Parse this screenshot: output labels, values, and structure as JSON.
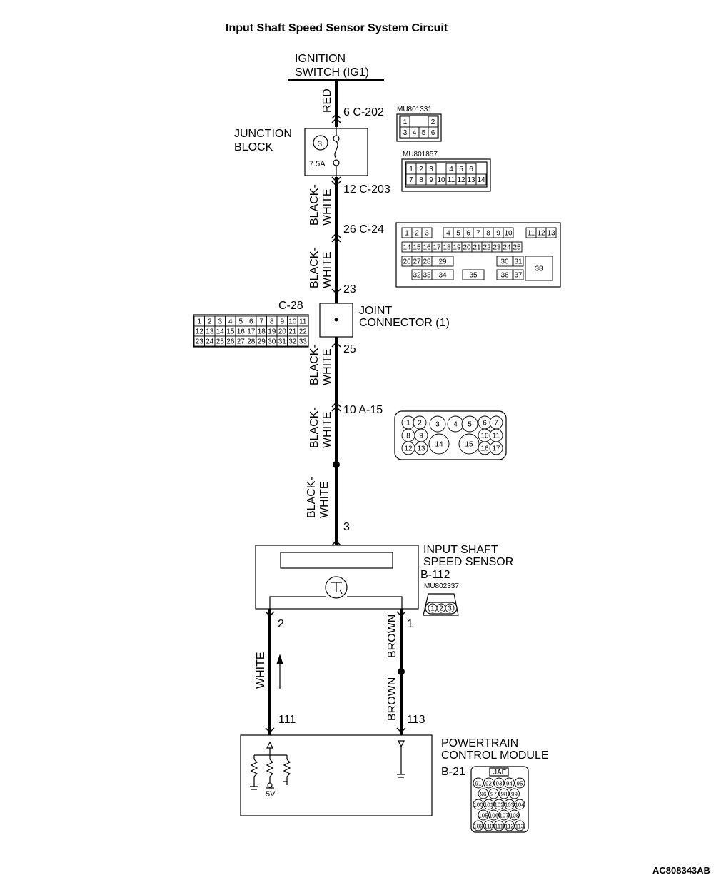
{
  "title": "Input Shaft Speed Sensor System Circuit",
  "figure_id": "AC808343AB",
  "ignition_switch": {
    "line1": "IGNITION",
    "line2": "SWITCH (IG1)"
  },
  "junction_block": {
    "line1": "JUNCTION",
    "line2": "BLOCK",
    "fuse_number": "3",
    "fuse_rating": "7.5A"
  },
  "joint_connector": {
    "line1": "JOINT",
    "line2": "CONNECTOR (1)",
    "connector_id": "C-28"
  },
  "sensor": {
    "line1": "INPUT SHAFT",
    "line2": "SPEED SENSOR",
    "connector_id": "B-112",
    "part_no": "MU802337",
    "pins": [
      "1",
      "2",
      "3"
    ]
  },
  "pcm": {
    "line1": "POWERTRAIN",
    "line2": "CONTROL MODULE",
    "connector_id": "B-21",
    "tag": "JAE",
    "supply": "5V",
    "pins": [
      [
        "91",
        "92",
        "93",
        "94",
        "95"
      ],
      [
        "96",
        "97",
        "98",
        "99"
      ],
      [
        "100",
        "101",
        "102",
        "103",
        "104"
      ],
      [
        "105",
        "106",
        "107",
        "108"
      ],
      [
        "109",
        "110",
        "111",
        "112",
        "113"
      ]
    ]
  },
  "wire_colors": {
    "red": "RED",
    "black_white_1": "BLACK-",
    "black_white_2": "WHITE",
    "white": "WHITE",
    "brown": "BROWN"
  },
  "terminals": {
    "c202": "6  C-202",
    "c203": "12  C-203",
    "c24": "26  C-24",
    "t23": "23",
    "t25": "25",
    "a15": "10  A-15",
    "t3": "3",
    "t2": "2",
    "t1": "1",
    "t111": "111",
    "t113": "113"
  },
  "connectors": {
    "mu801331": {
      "part_no": "MU801331",
      "pins": [
        [
          "1",
          "",
          "2"
        ],
        [
          "3",
          "4",
          "5",
          "6"
        ]
      ]
    },
    "mu801857": {
      "part_no": "MU801857",
      "pins": [
        [
          "1",
          "2",
          "3",
          "",
          "4",
          "5",
          "6"
        ],
        [
          "7",
          "8",
          "9",
          "10",
          "11",
          "12",
          "13",
          "14"
        ]
      ]
    },
    "c24": {
      "pins_row1": [
        "1",
        "2",
        "3",
        "4",
        "5",
        "6",
        "7",
        "8",
        "9",
        "10",
        "11",
        "12",
        "13"
      ],
      "pins_row2": [
        "14",
        "15",
        "16",
        "17",
        "18",
        "19",
        "20",
        "21",
        "22",
        "23",
        "24",
        "25"
      ],
      "pins_row3": [
        "26",
        "27",
        "28",
        "29",
        "30",
        "31",
        "38"
      ],
      "pins_row4": [
        "32",
        "33",
        "34",
        "35",
        "36",
        "37"
      ]
    },
    "c28": {
      "pins": [
        [
          "1",
          "2",
          "3",
          "4",
          "5",
          "6",
          "7",
          "8",
          "9",
          "10",
          "11"
        ],
        [
          "12",
          "13",
          "14",
          "15",
          "16",
          "17",
          "18",
          "19",
          "20",
          "21",
          "22"
        ],
        [
          "23",
          "24",
          "25",
          "26",
          "27",
          "28",
          "29",
          "30",
          "31",
          "32",
          "33"
        ]
      ]
    },
    "a15": {
      "pins": [
        "1",
        "2",
        "3",
        "4",
        "5",
        "6",
        "7",
        "8",
        "9",
        "10",
        "11",
        "12",
        "13",
        "14",
        "15",
        "16",
        "17"
      ]
    }
  }
}
